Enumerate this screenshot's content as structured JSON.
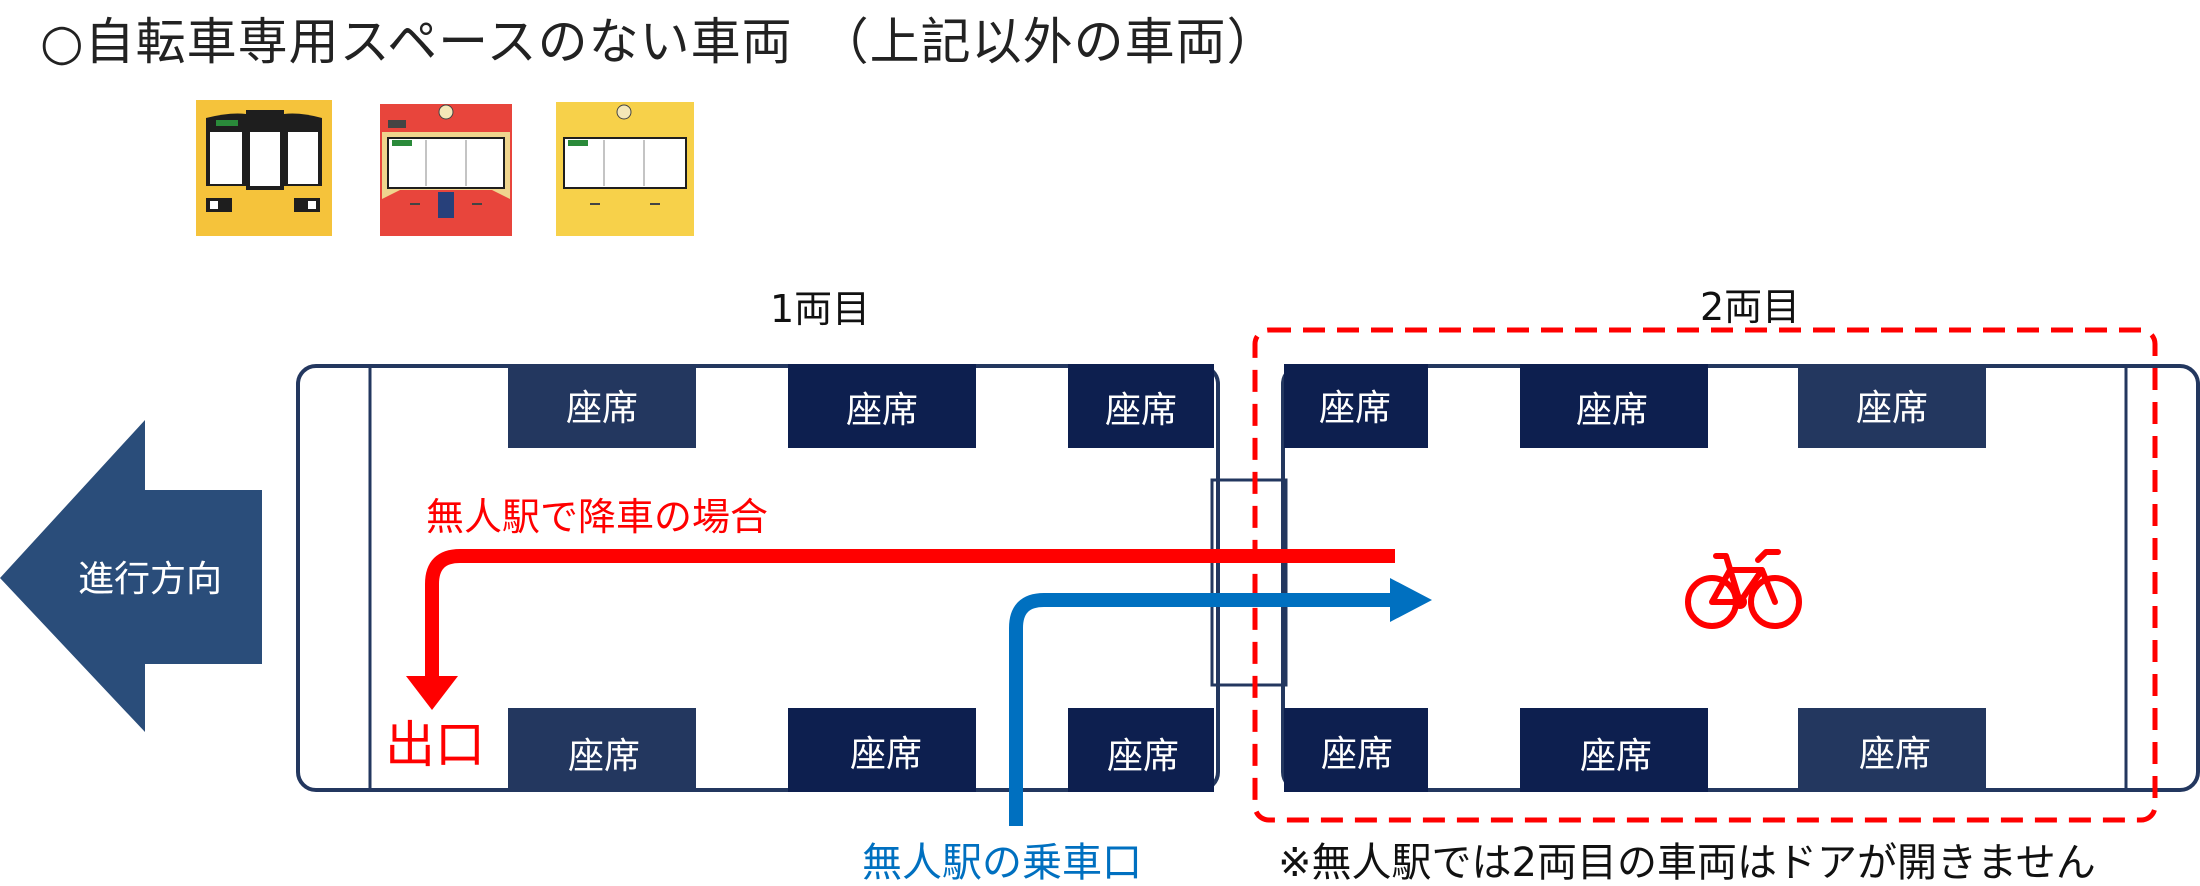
{
  "title": "○自転車専用スペースのない車両　（上記以外の車両）",
  "cars": [
    {
      "label": "1両目"
    },
    {
      "label": "2両目"
    }
  ],
  "seat_label": "座席",
  "direction_label": "進行方向",
  "exit_label": "出口",
  "alight_route_label": "無人駅で降車の場合",
  "board_label": "無人駅の乗車口",
  "note": "※無人駅では2両目の車両はドアが開きません",
  "icons": [
    "train-front-icon",
    "train-front-icon",
    "train-front-icon",
    "bicycle-icon",
    "direction-arrow-icon"
  ],
  "colors": {
    "navy": "#23375f",
    "seat_dark": "#0d1f4f",
    "red": "#ff0000",
    "blue": "#0070c0",
    "train_yellow": "#f7d14a",
    "train_red": "#e8453c"
  }
}
